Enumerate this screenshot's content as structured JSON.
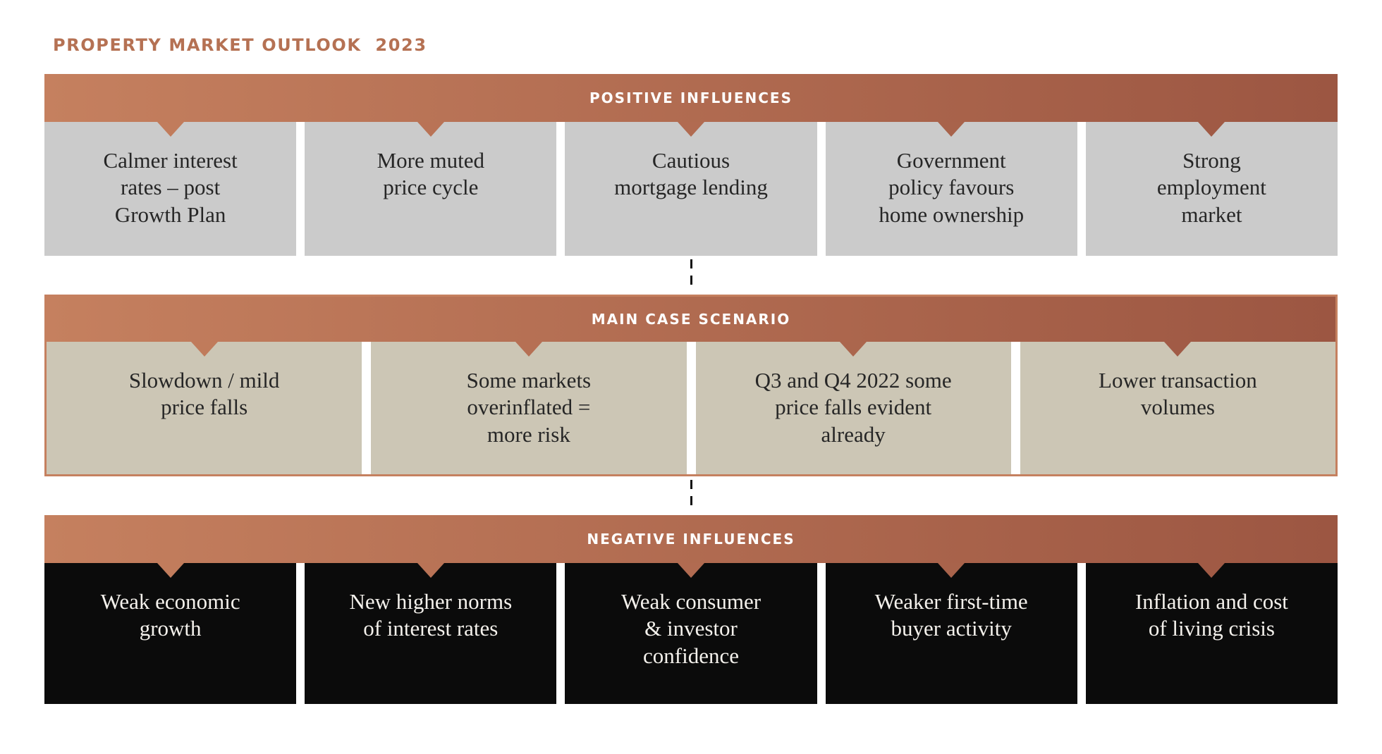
{
  "page": {
    "title": "PROPERTY MARKET OUTLOOK  2023"
  },
  "palette": {
    "title_color": "#b57153",
    "header_gradient_left": "#c5805f",
    "header_gradient_right": "#9c5642",
    "header_text": "#ffffff",
    "positive_box_bg": "#cbcbcb",
    "scenario_box_bg": "#ccc6b5",
    "scenario_border": "#c5805f",
    "negative_box_bg": "#0b0b0b",
    "box_text_dark": "#262626",
    "box_text_light": "#f4f1ec",
    "connector": "#111111"
  },
  "sections": {
    "positive": {
      "header": "POSITIVE INFLUENCES",
      "boxes": [
        {
          "text": "Calmer interest\nrates – post\nGrowth Plan"
        },
        {
          "text": "More muted\nprice cycle"
        },
        {
          "text": "Cautious\nmortgage lending"
        },
        {
          "text": "Government\npolicy favours\nhome ownership"
        },
        {
          "text": "Strong\nemployment\nmarket"
        }
      ]
    },
    "main_case": {
      "header": "MAIN CASE SCENARIO",
      "boxes": [
        {
          "text": "Slowdown / mild\nprice falls"
        },
        {
          "text": "Some markets\noverinflated =\nmore risk"
        },
        {
          "text": "Q3 and Q4 2022 some\nprice falls evident\nalready"
        },
        {
          "text": "Lower transaction\nvolumes"
        }
      ]
    },
    "negative": {
      "header": "NEGATIVE INFLUENCES",
      "boxes": [
        {
          "text": "Weak economic\ngrowth"
        },
        {
          "text": "New higher norms\nof interest rates"
        },
        {
          "text": "Weak consumer\n& investor\nconfidence"
        },
        {
          "text": "Weaker first-time\nbuyer activity"
        },
        {
          "text": "Inflation and cost\nof living crisis"
        }
      ]
    }
  }
}
